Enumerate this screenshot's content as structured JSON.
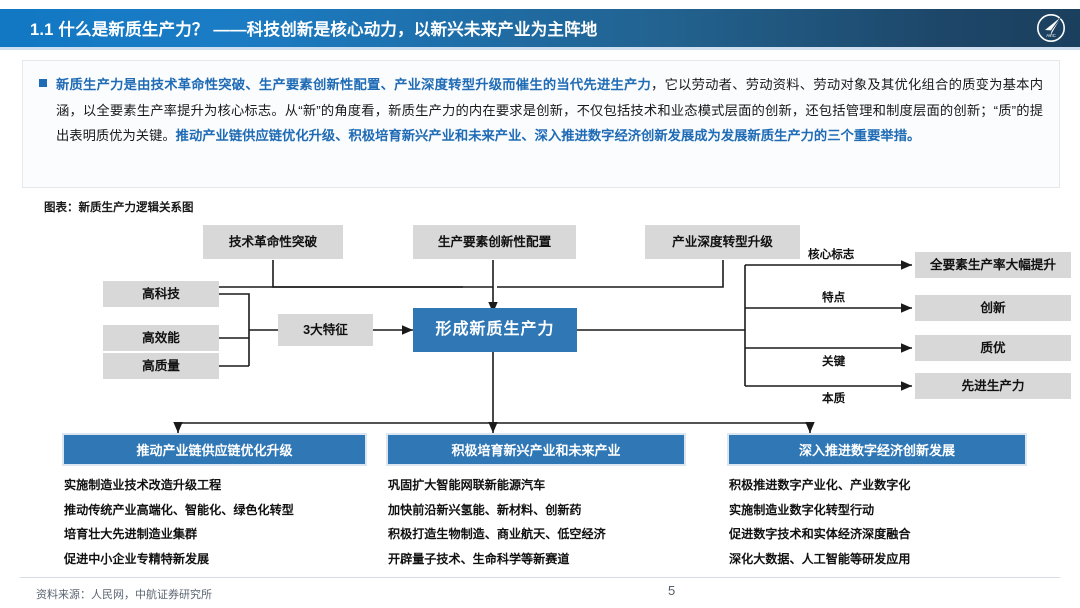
{
  "header": {
    "title": "1.1 什么是新质生产力？ ——科技创新是核心动力，以新兴未来产业为主阵地",
    "logo_name": "avic-logo",
    "accent_color": "#1278c4"
  },
  "callout": {
    "segments": [
      {
        "text": "新质生产力是由技术革命性突破、生产要素创新性配置、产业深度转型升级而催生的当代先进生产力",
        "highlight": true
      },
      {
        "text": "，它以劳动者、劳动资料、劳动对象及其优化组合的质变为基本内涵，以全要素生产率提升为核心标志。从“新”的角度看，新质生产力的内在要求是创新，不仅包括技术和业态模式层面的创新，还包括管理和制度层面的创新；“质”的提出表明质优为关键。",
        "highlight": false
      },
      {
        "text": "推动产业链供应链优化升级、积极培育新兴产业和未来产业、深入推进数字经济创新发展成为发展新质生产力的三个重要举措。",
        "highlight": true
      }
    ],
    "highlight_color": "#1f6bb5"
  },
  "figure": {
    "caption": "图表：新质生产力逻辑关系图",
    "top_nodes": [
      {
        "label": "技术革命性突破"
      },
      {
        "label": "生产要素创新性配置"
      },
      {
        "label": "产业深度转型升级"
      }
    ],
    "trait_nodes": [
      {
        "label": "高科技"
      },
      {
        "label": "高效能"
      },
      {
        "label": "高质量"
      }
    ],
    "traits_summary": {
      "label": "3大特征"
    },
    "center_node": {
      "label": "形成新质生产力"
    },
    "branches": [
      {
        "label": "核心标志",
        "target": "全要素生产率大幅提升"
      },
      {
        "label": "特点",
        "target": "创新"
      },
      {
        "label": "关键",
        "target": "质优"
      },
      {
        "label": "本质",
        "target": "先进生产力"
      }
    ],
    "columns": [
      {
        "title": "推动产业链供应链优化升级",
        "items": [
          "实施制造业技术改造升级工程",
          "推动传统产业高端化、智能化、绿色化转型",
          "培育壮大先进制造业集群",
          "促进中小企业专精特新发展"
        ]
      },
      {
        "title": "积极培育新兴产业和未来产业",
        "items": [
          "巩固扩大智能网联新能源汽车",
          "加快前沿新兴氢能、新材料、创新药",
          "积极打造生物制造、商业航天、低空经济",
          "开辟量子技术、生命科学等新赛道"
        ]
      },
      {
        "title": "深入推进数字经济创新发展",
        "items": [
          "积极推进数字产业化、产业数字化",
          "实施制造业数字化转型行动",
          "促进数字技术和实体经济深度融合",
          "深化大数据、人工智能等研发应用"
        ]
      }
    ]
  },
  "footer": {
    "source": "资料来源：人民网，中航证券研究所",
    "page": "5"
  }
}
